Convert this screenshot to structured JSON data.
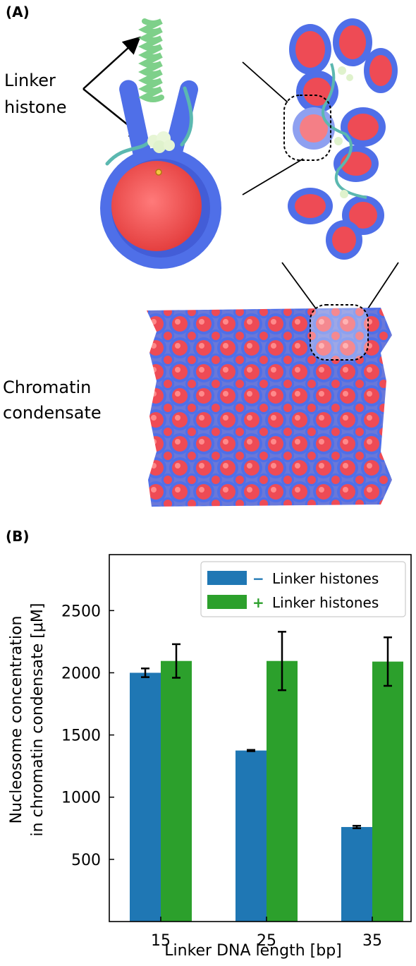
{
  "panels": {
    "a": {
      "label": "(A)",
      "linker_histone_label": [
        "Linker",
        "histone"
      ],
      "condensate_label": [
        "Chromatin",
        "condensate"
      ]
    },
    "b": {
      "label": "(B)"
    }
  },
  "colors": {
    "minus_series": "#1f77b4",
    "plus_series": "#2ca02c",
    "nucleosome_core": "#f04a4a",
    "dna_ring": "#4f6fe8",
    "linker_histone": "#7ed08a"
  },
  "chart_data": {
    "type": "bar",
    "categories": [
      "15",
      "25",
      "35"
    ],
    "xlabel": "Linker DNA length [bp]",
    "ylabel": [
      "Nucleosome concentration",
      "in chromatin condensate [μM]"
    ],
    "ylim": [
      0,
      2950
    ],
    "yticks": [
      500,
      1000,
      1500,
      2000,
      2500
    ],
    "grid": false,
    "legend_position": "top-right",
    "series": [
      {
        "name": "Linker histones",
        "symbol": "−",
        "color": "#1f77b4",
        "values": [
          2000,
          1375,
          760
        ],
        "errors": [
          35,
          5,
          10
        ]
      },
      {
        "name": "Linker histones",
        "symbol": "+",
        "color": "#2ca02c",
        "values": [
          2095,
          2095,
          2090
        ],
        "errors": [
          135,
          235,
          195
        ]
      }
    ]
  }
}
